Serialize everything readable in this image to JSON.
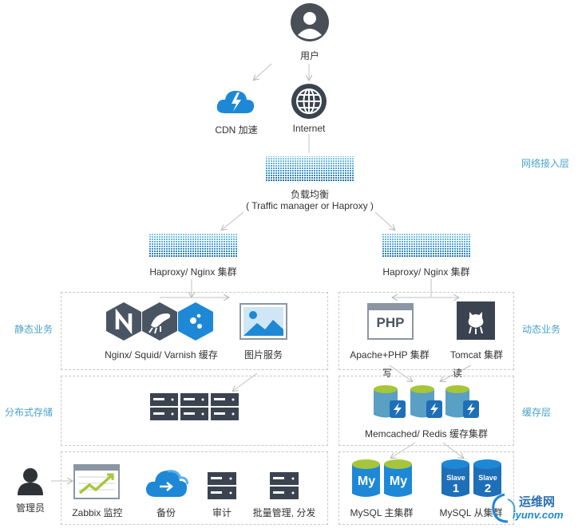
{
  "nodes": {
    "user": "用户",
    "cdn": "CDN 加速",
    "internet": "Internet",
    "lb_title": "负载均衡",
    "lb_sub": "( Traffic manager or Haproxy )",
    "haproxy_left": "Haproxy/ Nginx 集群",
    "haproxy_right": "Haproxy/ Nginx 集群",
    "nginx_cache": "Nginx/ Squid/ Varnish 缓存",
    "image_service": "图片服务",
    "apache_php": "Apache+PHP 集群",
    "php_icon_text": "PHP",
    "tomcat": "Tomcat 集群",
    "write": "写",
    "read": "读",
    "memcached": "Memcached/ Redis 缓存集群",
    "admin": "管理员",
    "zabbix": "Zabbix 监控",
    "backup": "备份",
    "audit": "审计",
    "batch": "批量管理, 分发",
    "mysql_master": "MySQL 主集群",
    "mysql_slave": "MySQL 从集群",
    "my_text": "My",
    "slave_text": "Slave",
    "slave1": "1",
    "slave2": "2"
  },
  "layers": {
    "network": "网络接入层",
    "static": "静态业务",
    "dynamic": "动态业务",
    "storage": "分布式存储",
    "cache": "缓存层"
  },
  "watermark": "运维网",
  "watermark_url": "iyunv.com",
  "colors": {
    "accent": "#1e88d6",
    "layer_text": "#4aa3c9",
    "dark_icon": "#3b4a5a",
    "green": "#a6c63a",
    "box_border": "#c8c8c8"
  }
}
